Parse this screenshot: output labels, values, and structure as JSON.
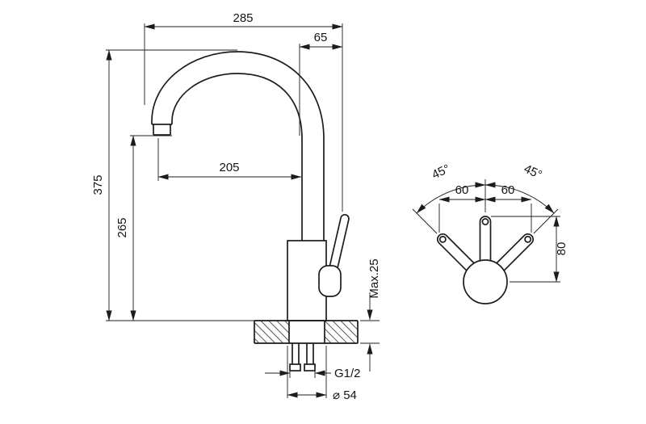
{
  "drawing": {
    "side_view": {
      "overall_width": "285",
      "spout_to_handle": "65",
      "overall_height": "375",
      "spout_height": "265",
      "spout_reach": "205",
      "max_mount_thickness": "Max.25",
      "connection_thread": "G1/2",
      "base_diameter": "⌀ 54"
    },
    "top_view": {
      "swivel_angle_left": "45°",
      "swivel_angle_right": "45°",
      "handle_offset_left": "60",
      "handle_offset_right": "60",
      "handle_length": "80"
    }
  },
  "colors": {
    "line": "#1c1c1c",
    "background": "#ffffff"
  }
}
